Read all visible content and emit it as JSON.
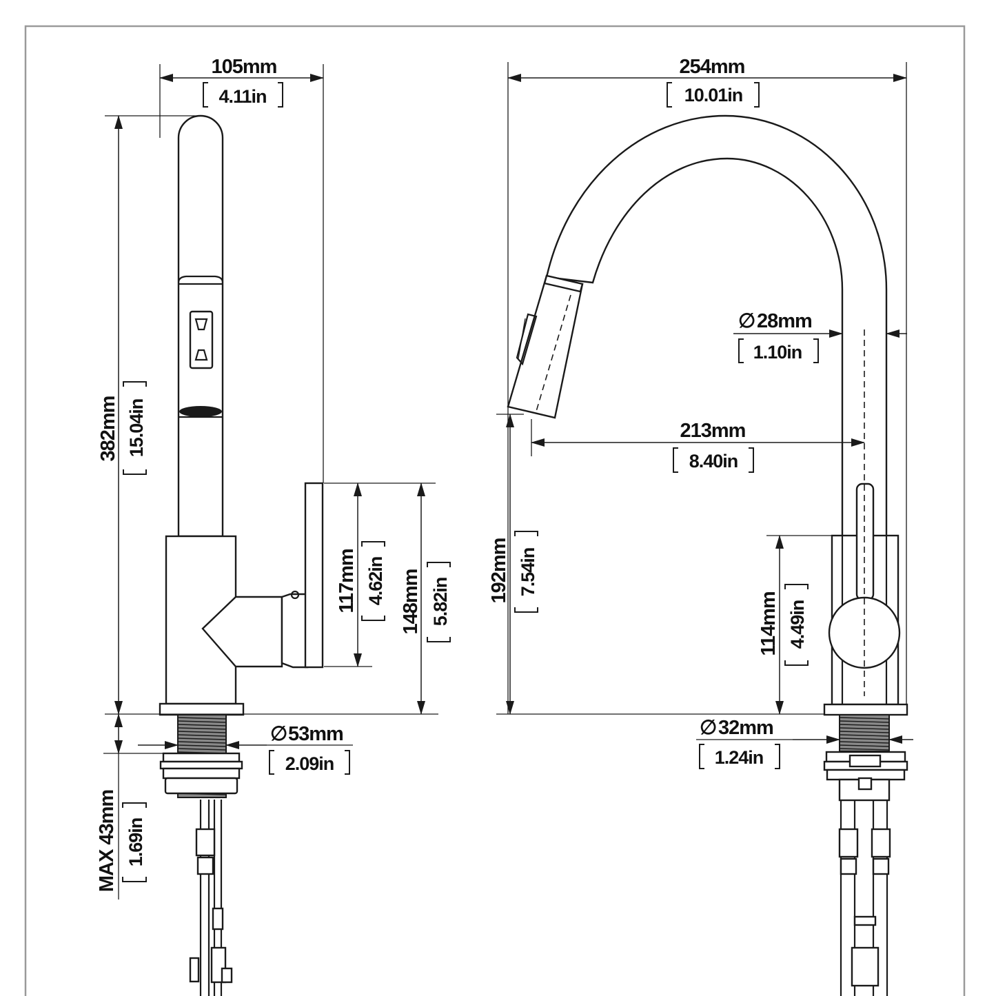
{
  "side_view": {
    "width": {
      "mm": "105mm",
      "in": "4.11in"
    },
    "total_height": {
      "mm": "382mm",
      "in": "15.04in"
    },
    "handle_height": {
      "mm": "117mm",
      "in": "4.62in"
    },
    "handle_top_height": {
      "mm": "148mm",
      "in": "5.82in"
    },
    "base_diameter": {
      "symbol": "∅",
      "mm": "53mm",
      "in": "2.09in"
    },
    "deck_thickness": {
      "mm": "MAX 43mm",
      "in": "1.69in"
    }
  },
  "front_view": {
    "width": {
      "mm": "254mm",
      "in": "10.01in"
    },
    "spout_diameter": {
      "symbol": "∅",
      "mm": "28mm",
      "in": "1.10in"
    },
    "reach": {
      "mm": "213mm",
      "in": "8.40in"
    },
    "spout_height": {
      "mm": "192mm",
      "in": "7.54in"
    },
    "body_height": {
      "mm": "114mm",
      "in": "4.49in"
    },
    "shank_diameter": {
      "symbol": "∅",
      "mm": "32mm",
      "in": "1.24in"
    }
  },
  "colors": {
    "line": "#1a1a1a",
    "frame": "#9a9a9a",
    "background": "#ffffff"
  }
}
